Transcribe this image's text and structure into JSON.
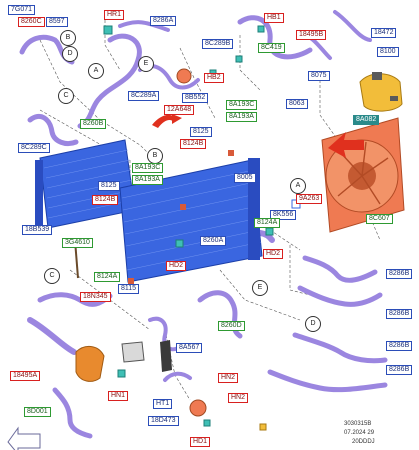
{
  "labels": {
    "l7G071": "7G071",
    "l8260C": "8260C",
    "l8597": "8597",
    "hr1": "HR1",
    "l8286A": "8286A",
    "hb1": "HB1",
    "l18472": "18472",
    "l8C289B": "8C289B",
    "l8C419": "8C419",
    "l18495B": "18495B",
    "l8100": "8100",
    "hb2": "HB2",
    "l8075": "8075",
    "l8C289A": "8C289A",
    "l8B552": "8B552",
    "l12A648": "12A648",
    "l8A193C_a": "8A193C",
    "l8A193A_a": "8A193A",
    "l8063": "8063",
    "l8A082": "8A082",
    "l8260B": "8260B",
    "l8125_a": "8125",
    "l8124B": "8124B",
    "l8C289C": "8C289C",
    "l8A193C_b": "8A193C",
    "l8A193A_b": "8A193A",
    "l8005": "8005",
    "l8125_b": "8125",
    "l8124B_b": "8124B",
    "l9A263": "9A263",
    "l8K556": "8K556",
    "l8C607": "8C607",
    "l18B539": "18B539",
    "l8124A_a": "8124A",
    "l3G4610": "3G4610",
    "l8260A": "8260A",
    "hd2_a": "HD2",
    "hd2_b": "HD2",
    "l8124A_b": "8124A",
    "l8115": "8115",
    "l8286B_a": "8286B",
    "l18N345": "18N345",
    "l8286B_b": "8286B",
    "l8260D": "8260D",
    "l8A567": "8A567",
    "l8286B_c": "8286B",
    "l18495A": "18495A",
    "hn1": "HN1",
    "hn2_a": "HN2",
    "hn2_b": "HN2",
    "ht1": "HT1",
    "l8D001": "8D001",
    "l18D473": "18D473",
    "l8286B_d": "8286B",
    "hd1": "HD1"
  },
  "callouts": {
    "a1": "A",
    "b1": "B",
    "c1": "C",
    "d1": "D",
    "e1": "E",
    "a2": "A",
    "b2": "B",
    "c2": "C",
    "e2": "E",
    "d2": "D"
  },
  "footer": {
    "code": "3030315B",
    "date": "07.2024 29",
    "ref": "20DDDJ"
  },
  "colors": {
    "radiator": "#3a66e0",
    "hose": "#9b86e0",
    "fan": "#ef7a52",
    "tank": "#f2bd3a",
    "arrow": "#e0301e",
    "dash": "#444444"
  }
}
